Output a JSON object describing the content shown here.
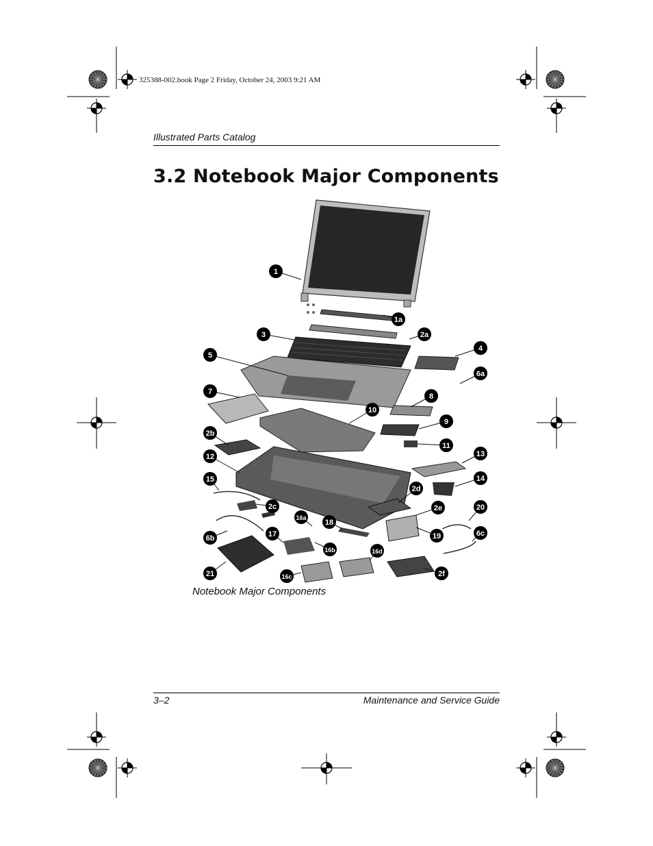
{
  "print_meta": "325388-002.book  Page 2  Friday, October 24, 2003  9:21 AM",
  "running_header": "Illustrated Parts Catalog",
  "section_title": "3.2  Notebook Major Components",
  "figure": {
    "caption": "Notebook  Major Components",
    "callouts": [
      "1",
      "1a",
      "2a",
      "3",
      "4",
      "5",
      "6a",
      "7",
      "8",
      "9",
      "10",
      "11",
      "2b",
      "12",
      "13",
      "14",
      "15",
      "2c",
      "2d",
      "2e",
      "20",
      "16a",
      "18",
      "6b",
      "17",
      "19",
      "6c",
      "16b",
      "16d",
      "21",
      "16c",
      "2f"
    ]
  },
  "footer": {
    "page_number": "3–2",
    "book_title": "Maintenance and Service Guide"
  }
}
